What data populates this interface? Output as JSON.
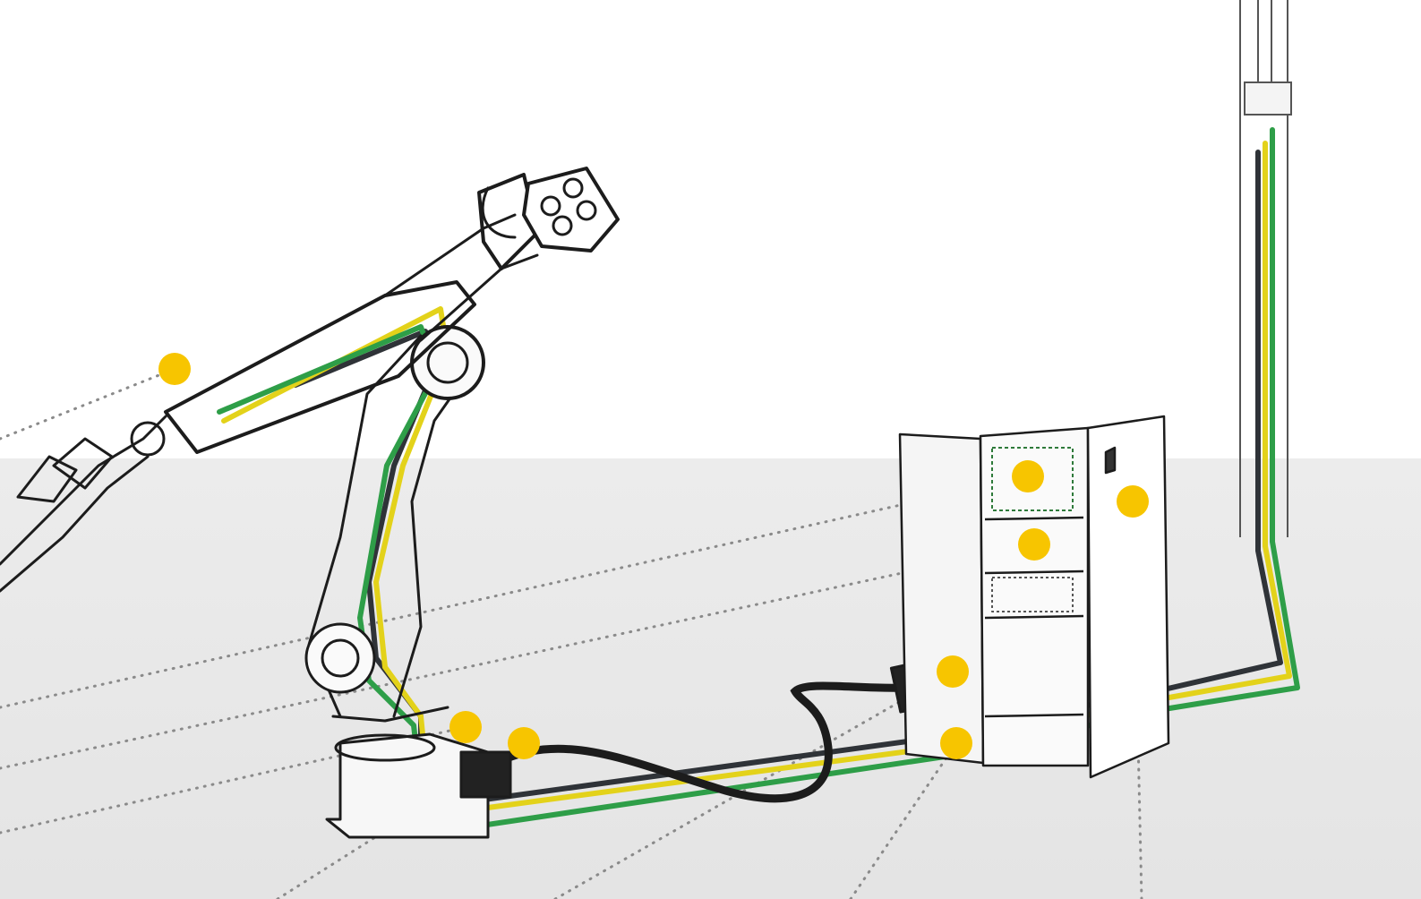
{
  "colors": {
    "background_top": "#ffffff",
    "floor": "#e9e9e9",
    "hotspot": "#f7c500",
    "cable_green": "#2e9e48",
    "cable_yellow": "#e3d21a",
    "cable_dark": "#2f3338",
    "sketch_line": "#1c1c1c",
    "leader_line": "#8a8a8a"
  },
  "scene": {
    "robot": "industrial-robot-arm-sketch",
    "cabinet": "control-cabinet-sketch",
    "mast": "vertical-cable-mast",
    "charging_plug": "charging-connector-head"
  },
  "hotspots": [
    {
      "id": "arm-cable-guide",
      "icon": "hotspot-dot"
    },
    {
      "id": "cabinet-top-section",
      "icon": "hotspot-dot"
    },
    {
      "id": "cabinet-middle-section",
      "icon": "hotspot-dot"
    },
    {
      "id": "cabinet-door",
      "icon": "hotspot-dot"
    },
    {
      "id": "cable-plug-connector",
      "icon": "hotspot-dot"
    },
    {
      "id": "cabinet-cable-entry",
      "icon": "hotspot-dot"
    },
    {
      "id": "robot-base-left",
      "icon": "hotspot-dot"
    },
    {
      "id": "robot-base-right",
      "icon": "hotspot-dot"
    }
  ]
}
